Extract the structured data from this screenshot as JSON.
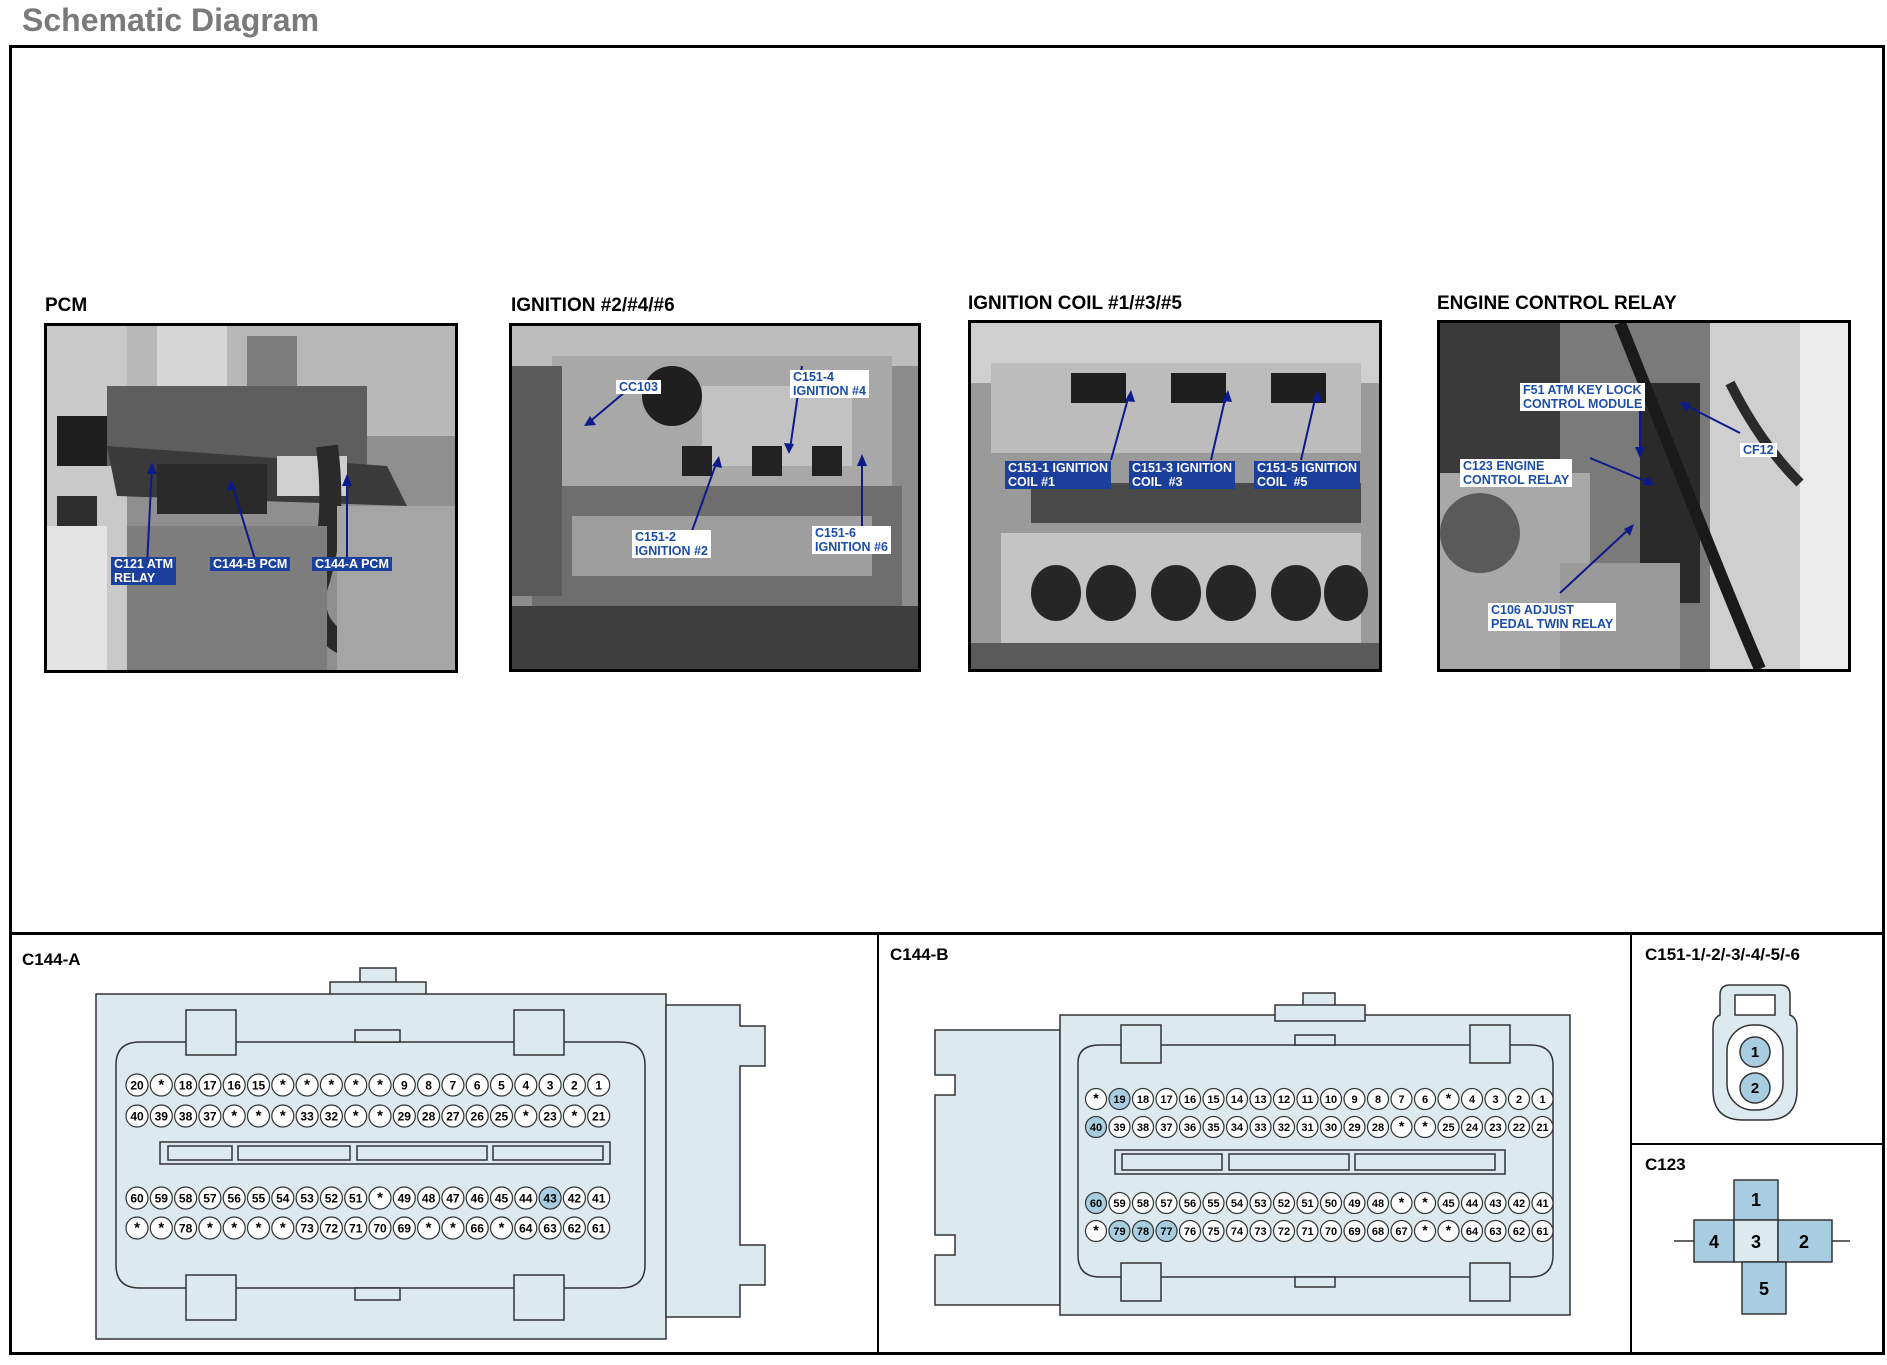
{
  "page_title": "Schematic Diagram",
  "photos": [
    {
      "title": "PCM",
      "callouts": [
        "C121 ATM\nRELAY",
        "C144-B PCM",
        "C144-A PCM"
      ]
    },
    {
      "title": "IGNITION #2/#4/#6",
      "callouts": [
        "CC103",
        "C151-4\nIGNITION #4",
        "C151-2\nIGNITION #2",
        "C151-6\nIGNITION #6"
      ]
    },
    {
      "title": "IGNITION COIL #1/#3/#5",
      "callouts": [
        "C151-1 IGNITION\nCOIL #1",
        "C151-3 IGNITION\nCOIL  #3",
        "C151-5 IGNITION\nCOIL  #5"
      ]
    },
    {
      "title": "ENGINE CONTROL RELAY",
      "callouts": [
        "F51 ATM KEY LOCK\nCONTROL MODULE",
        "CF12",
        "C123 ENGINE\nCONTROL RELAY",
        "C106 ADJUST\nPEDAL TWIN RELAY"
      ]
    }
  ],
  "connectors": {
    "c144a": {
      "title": "C144-A",
      "rows": [
        [
          "20",
          "*",
          "18",
          "17",
          "16",
          "15",
          "*",
          "*",
          "*",
          "*",
          "*",
          "9",
          "8",
          "7",
          "6",
          "5",
          "4",
          "3",
          "2",
          "1"
        ],
        [
          "40",
          "39",
          "38",
          "37",
          "*",
          "*",
          "*",
          "33",
          "32",
          "*",
          "*",
          "29",
          "28",
          "27",
          "26",
          "25",
          "*",
          "23",
          "*",
          "21"
        ],
        [
          "60",
          "59",
          "58",
          "57",
          "56",
          "55",
          "54",
          "53",
          "52",
          "51",
          "*",
          "49",
          "48",
          "47",
          "46",
          "45",
          "44",
          "43",
          "42",
          "41"
        ],
        [
          "*",
          "*",
          "78",
          "*",
          "*",
          "*",
          "*",
          "73",
          "72",
          "71",
          "70",
          "69",
          "*",
          "*",
          "66",
          "*",
          "64",
          "63",
          "62",
          "61"
        ]
      ],
      "highlighted": [
        "43"
      ]
    },
    "c144b": {
      "title": "C144-B",
      "rows": [
        [
          "*",
          "19",
          "18",
          "17",
          "16",
          "15",
          "14",
          "13",
          "12",
          "11",
          "10",
          "9",
          "8",
          "7",
          "6",
          "*",
          "4",
          "3",
          "2",
          "1"
        ],
        [
          "40",
          "39",
          "38",
          "37",
          "36",
          "35",
          "34",
          "33",
          "32",
          "31",
          "30",
          "29",
          "28",
          "*",
          "*",
          "25",
          "24",
          "23",
          "22",
          "21"
        ],
        [
          "60",
          "59",
          "58",
          "57",
          "56",
          "55",
          "54",
          "53",
          "52",
          "51",
          "50",
          "49",
          "48",
          "*",
          "*",
          "45",
          "44",
          "43",
          "42",
          "41"
        ],
        [
          "*",
          "79",
          "78",
          "77",
          "76",
          "75",
          "74",
          "73",
          "72",
          "71",
          "70",
          "69",
          "68",
          "67",
          "*",
          "*",
          "64",
          "63",
          "62",
          "61"
        ]
      ],
      "highlighted": [
        "19",
        "40",
        "60",
        "79",
        "78",
        "77"
      ]
    },
    "c151": {
      "title": "C151-1/-2/-3/-4/-5/-6",
      "pins": [
        "1",
        "2"
      ]
    },
    "c123": {
      "title": "C123",
      "pins": [
        "1",
        "2",
        "3",
        "4",
        "5"
      ]
    }
  },
  "colors": {
    "connector_fill": "#dce9ee",
    "pin_highlight": "#a9cde0",
    "callout_bg": "#1b3f9c"
  }
}
